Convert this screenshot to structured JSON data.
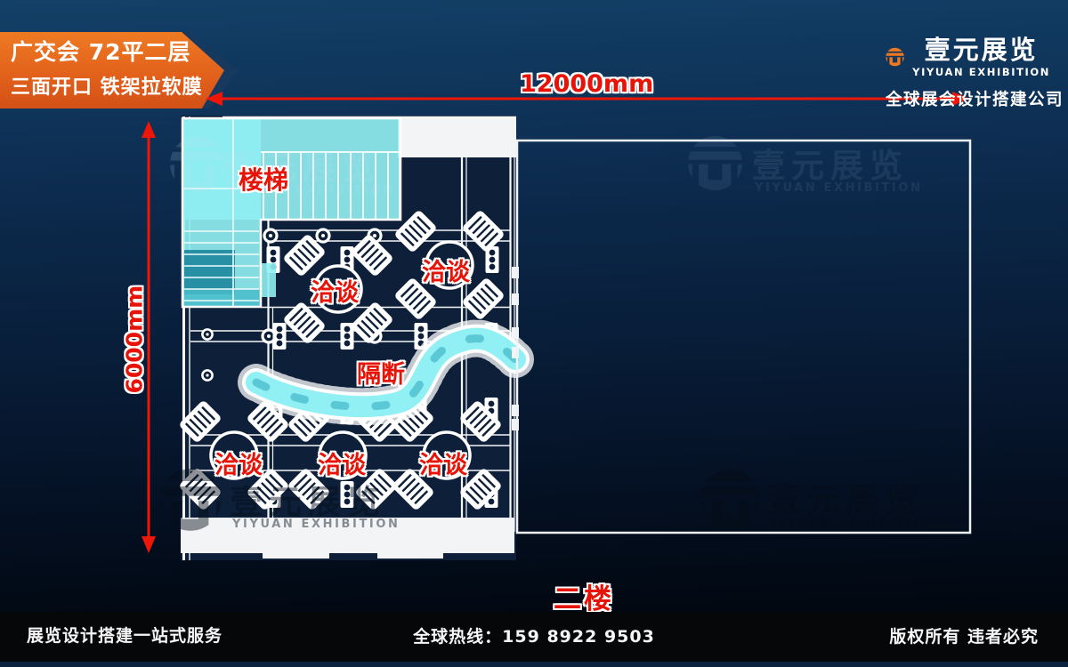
{
  "banner": {
    "line1": "广交会 72平二层",
    "line2": "三面开口 铁架拉软膜"
  },
  "logo": {
    "name_cn": "壹元展览",
    "name_en": "YIYUAN EXHIBITION",
    "tagline": "全球展会设计搭建公司"
  },
  "dimensions": {
    "width_label": "12000mm",
    "height_label": "6000mm"
  },
  "plan": {
    "stairs_label": "楼梯",
    "partition_label": "隔断",
    "floor_label": "二楼",
    "tables": [
      "洽谈",
      "洽谈",
      "洽谈",
      "洽谈",
      "洽谈"
    ]
  },
  "watermark": {
    "name_cn": "壹元展览",
    "name_en": "YIYUAN EXHIBITION"
  },
  "footer": {
    "left": "展览设计搭建一站式服务",
    "center": "全球热线：159 8922 9503",
    "right": "版权所有  违者必究"
  },
  "colors": {
    "accent_orange": "#ef6f1e",
    "dimension_red": "#ee1607",
    "stair_cyan": "#8feef1",
    "label_red": "#e81307"
  }
}
